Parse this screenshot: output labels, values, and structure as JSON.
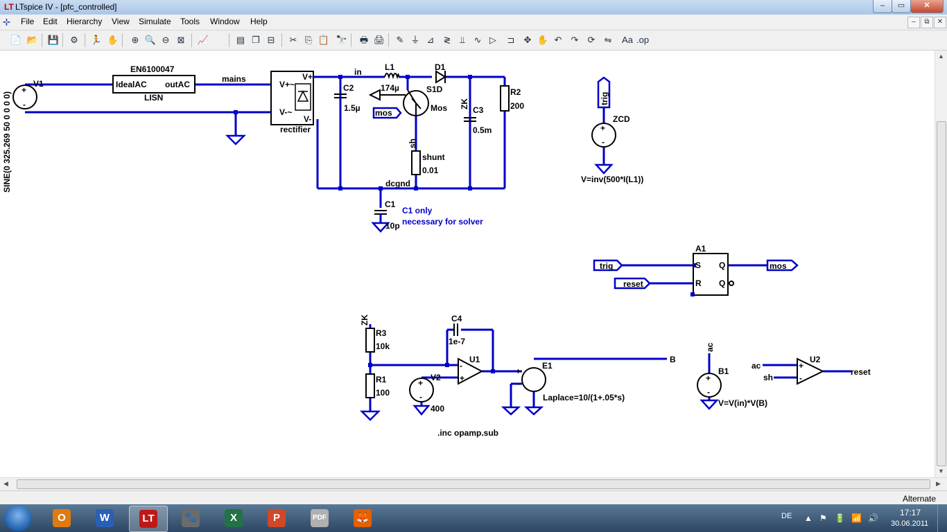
{
  "window": {
    "title": "LTspice IV - [pfc_controlled]",
    "logo": "LT",
    "minimize": "–",
    "maximize": "▭",
    "close": "✕"
  },
  "menu": {
    "logo": "⊹",
    "items": [
      "File",
      "Edit",
      "Hierarchy",
      "View",
      "Simulate",
      "Tools",
      "Window",
      "Help"
    ],
    "mdi": [
      "–",
      "⧉",
      "✕"
    ]
  },
  "toolbar": {
    "icons": [
      "new-schematic-icon",
      "open-icon",
      "save-icon",
      "control-panel-icon",
      "run-icon",
      "halt-icon",
      "zoom-in-icon",
      "zoom-icon",
      "zoom-out-icon",
      "zoom-fit-icon",
      "waveform-icon",
      "tile-horizontal-icon",
      "cascade-icon",
      "close-windows-icon",
      "cut-icon",
      "copy-icon",
      "paste-icon",
      "find-icon",
      "print-setup-icon",
      "print-icon",
      "draw-wire-icon",
      "ground-icon",
      "label-net-icon",
      "resistor-icon",
      "capacitor-icon",
      "inductor-icon",
      "diode-icon",
      "component-icon",
      "move-icon",
      "drag-icon",
      "undo-icon",
      "redo-icon",
      "rotate-icon",
      "mirror-icon",
      "text-icon",
      "spice-directive-icon"
    ],
    "glyphs": [
      "📄",
      "📂",
      "💾",
      "⚙",
      "🏃",
      "✋",
      "⊕",
      "🔍",
      "⊖",
      "⊠",
      "📈",
      "▤",
      "❐",
      "⊟",
      "✂",
      "⎘",
      "📋",
      "🔭",
      "🖶",
      "🖨",
      "✎",
      "⏚",
      "⊿",
      "≷",
      "⫫",
      "∿",
      "▷",
      "⊐",
      "✥",
      "✋",
      "↶",
      "↷",
      "⟳",
      "⇋",
      "Aa",
      ".op"
    ]
  },
  "schematic": {
    "wire_color": "#0000c8",
    "labels": {
      "v1_name": "V1",
      "v1_value": "SINE(0 325.269 50 0 0 0 0)",
      "lisn_name": "EN6100047",
      "lisn_in": "IdealAC",
      "lisn_out": "outAC",
      "lisn_type": "LISN",
      "net_mains": "mains",
      "rect_vp": "V+",
      "rect_in_p": "V+~",
      "rect_in_n": "V-~",
      "rect_vn": "V-",
      "rect_type": "rectifier",
      "net_in": "in",
      "l1_name": "L1",
      "l1_value": "174µ",
      "d1_name": "D1",
      "s1_name": "S1D",
      "s1_model": "Mos",
      "mos_label": "mos",
      "c2_name": "C2",
      "c2_value": "1.5µ",
      "zk_label": "ZK",
      "c3_name": "C3",
      "c3_value": "0.5m",
      "r2_name": "R2",
      "r2_value": "200",
      "sh_label": "sh",
      "shunt_name": "shunt",
      "shunt_value": "0.01",
      "net_dcgnd": "dcgnd",
      "c1_name": "C1",
      "c1_value": "10p",
      "c1_note_1": "C1 only",
      "c1_note_2": "necessary for solver",
      "trig_label": "trig",
      "zcd_name": "ZCD",
      "zcd_expr": "V=inv(500*I(L1))",
      "a1_name": "A1",
      "a1_s": "S",
      "a1_r": "R",
      "a1_q": "Q",
      "a1_qb": "Q",
      "trig_in": "trig",
      "reset_in": "reset",
      "mos_out": "mos",
      "zk2_label": "ZK",
      "r3_name": "R3",
      "r3_value": "10k",
      "r1_name": "R1",
      "r1_value": "100",
      "c4_name": "C4",
      "c4_value": "1e-7",
      "u1_name": "U1",
      "v2_name": "V2",
      "v2_value": "400",
      "e1_name": "E1",
      "e1_expr": "Laplace=10/(1+.05*s)",
      "net_b": "B",
      "inc": ".inc opamp.sub",
      "ac_label": "ac",
      "b1_name": "B1",
      "b1_expr": "V=V(in)*V(B)",
      "u2_in1": "ac",
      "u2_in2": "sh",
      "u2_name": "U2",
      "u2_out": "reset",
      "plus": "+",
      "minus": "-"
    }
  },
  "status": {
    "mode": "Alternate"
  },
  "taskbar": {
    "apps": [
      "outlook-icon",
      "word-icon",
      "ltspice-icon",
      "gimp-icon",
      "excel-icon",
      "powerpoint-icon",
      "pdf-printer-icon",
      "firefox-icon"
    ],
    "app_glyphs": [
      "O",
      "W",
      "LT",
      "🐾",
      "X",
      "P",
      "PDF",
      "🦊"
    ],
    "app_colors": [
      "#e07a10",
      "#2b5fb5",
      "#c01818",
      "#6b6b6b",
      "#217346",
      "#d24726",
      "#b0b0b0",
      "#e66000"
    ],
    "lang": "DE",
    "tray_icons": [
      "▲",
      "⚑",
      "🔋",
      "📶",
      "🔊"
    ],
    "time": "17:17",
    "date": "30.06.2011"
  }
}
